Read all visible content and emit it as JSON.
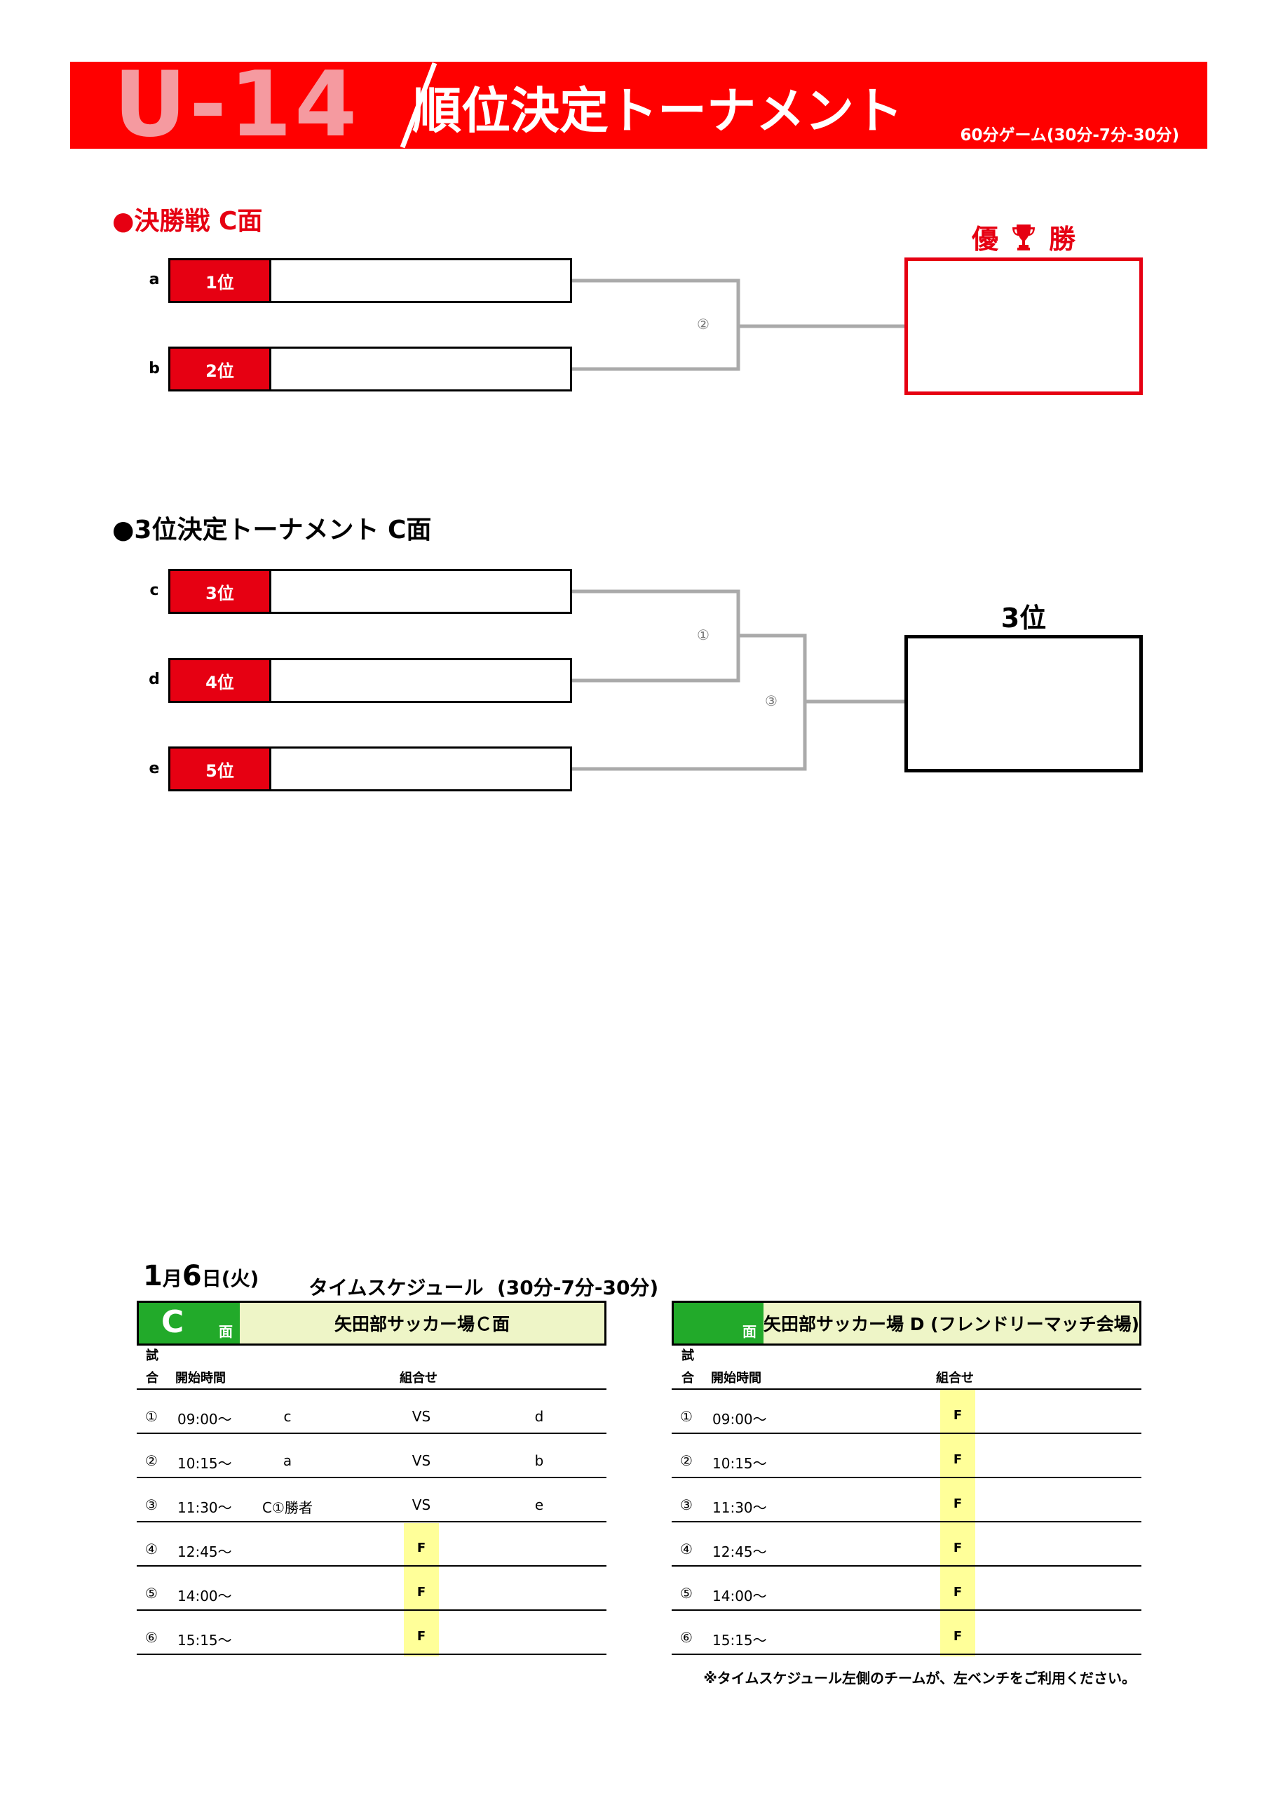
{
  "header": {
    "category": "U-14",
    "title": "順位決定トーナメント",
    "subtitle": "60分ゲーム(30分-7分-30分)"
  },
  "final": {
    "heading": "●決勝戦 C面",
    "rows": [
      {
        "letter": "a",
        "rank": "1位"
      },
      {
        "letter": "b",
        "rank": "2位"
      }
    ],
    "match_number": "②",
    "winner_title_left": "優",
    "winner_title_right": "勝"
  },
  "third_place": {
    "heading": "●3位決定トーナメント C面",
    "rows": [
      {
        "letter": "c",
        "rank": "3位"
      },
      {
        "letter": "d",
        "rank": "4位"
      },
      {
        "letter": "e",
        "rank": "5位"
      }
    ],
    "match_number_1": "①",
    "match_number_2": "③",
    "result_title": "3位"
  },
  "schedule": {
    "date_month": "1",
    "date_month_unit": "月",
    "date_day": "6",
    "date_day_unit": "日(火)",
    "title": "タイムスケジュール",
    "title_format": "(30分-7分-30分)",
    "footnote": "※タイムスケジュール左側のチームが、左ベンチをご利用ください。",
    "columns": {
      "match_top": "試",
      "match_bottom": "合",
      "start_time": "開始時間",
      "pairing": "組合せ"
    },
    "courts": [
      {
        "letter": "C",
        "men": "面",
        "name": "矢田部サッカー場Ｃ面",
        "matches": [
          {
            "num": "①",
            "time": "09:00～",
            "home": "c",
            "vs": "VS",
            "away": "d",
            "f": ""
          },
          {
            "num": "②",
            "time": "10:15～",
            "home": "a",
            "vs": "VS",
            "away": "b",
            "f": ""
          },
          {
            "num": "③",
            "time": "11:30～",
            "home": "C①勝者",
            "vs": "VS",
            "away": "e",
            "f": ""
          },
          {
            "num": "④",
            "time": "12:45～",
            "home": "",
            "vs": "",
            "away": "",
            "f": "F"
          },
          {
            "num": "⑤",
            "time": "14:00～",
            "home": "",
            "vs": "",
            "away": "",
            "f": "F"
          },
          {
            "num": "⑥",
            "time": "15:15～",
            "home": "",
            "vs": "",
            "away": "",
            "f": "F"
          }
        ]
      },
      {
        "letter": "",
        "men": "面",
        "name": "矢田部サッカー場 D (フレンドリーマッチ会場)",
        "matches": [
          {
            "num": "①",
            "time": "09:00～",
            "home": "",
            "vs": "",
            "away": "",
            "f": "F"
          },
          {
            "num": "②",
            "time": "10:15～",
            "home": "",
            "vs": "",
            "away": "",
            "f": "F"
          },
          {
            "num": "③",
            "time": "11:30～",
            "home": "",
            "vs": "",
            "away": "",
            "f": "F"
          },
          {
            "num": "④",
            "time": "12:45～",
            "home": "",
            "vs": "",
            "away": "",
            "f": "F"
          },
          {
            "num": "⑤",
            "time": "14:00～",
            "home": "",
            "vs": "",
            "away": "",
            "f": "F"
          },
          {
            "num": "⑥",
            "time": "15:15～",
            "home": "",
            "vs": "",
            "away": "",
            "f": "F"
          }
        ]
      }
    ]
  },
  "colors": {
    "banner_red": "#ff0000",
    "rank_red": "#e60012",
    "court_green": "#22aa2a",
    "court_header_bg": "#eef5c7",
    "f_yellow": "#ffff99",
    "bracket_gray": "#aaaaaa"
  }
}
